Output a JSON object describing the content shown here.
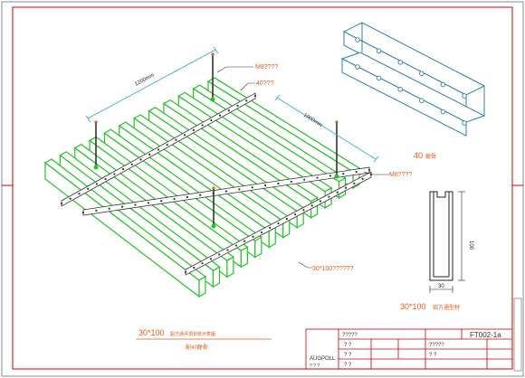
{
  "labels": {
    "m8_rod": "M8????",
    "carrier_40": "40???",
    "m6_bolt": "M6????",
    "baffle_30x100": "30*100??????",
    "dim_1200": "1200mm",
    "dim_1000": "1000mm"
  },
  "keel_view": {
    "caption_num": "40",
    "caption_text": "龍骨",
    "dim_height": "100",
    "dim_width": "30",
    "caption2_num": "30*100",
    "caption2_text": "鋁方通型材"
  },
  "bottom_captions": {
    "line1_num": "30*100",
    "line1_text": "鋁方通吊頂安裝示意圖",
    "line2_text": "配40龍骨"
  },
  "title_block": {
    "drawing_no": "FT002-1a",
    "row1": "?????",
    "row2a": "? ?",
    "row2b": "?????",
    "row3a": "? ?",
    "row3b": "? ?",
    "row4": "? ?",
    "brand": "AUGPOLL",
    "brand_sub": "? ? ?"
  },
  "colors": {
    "baffle": "#27c227",
    "line": "#333333",
    "label": "#e05a1a",
    "border": "#cc0000"
  }
}
